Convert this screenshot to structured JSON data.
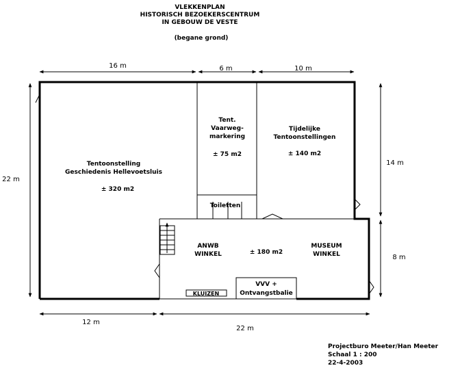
{
  "title": {
    "line1": "VLEKKENPLAN",
    "line2": "HISTORISCH BEZOEKERSCENTRUM",
    "line3": "IN GEBOUW DE VESTE",
    "subtitle": "(begane grond)"
  },
  "dimensions": {
    "top_left": "16 m",
    "top_mid": "6 m",
    "top_right": "10 m",
    "left": "22 m",
    "right_upper": "14 m",
    "right_lower": "8 m",
    "bottom_left": "12 m",
    "bottom_right": "22 m"
  },
  "rooms": {
    "exhibition": {
      "line1": "Tentoonstelling",
      "line2": "Geschiedenis Hellevoetsluis",
      "area": "± 320 m2"
    },
    "navigation": {
      "line1": "Tent.",
      "line2": "Vaarweg-",
      "line3": "markering",
      "area": "± 75 m2"
    },
    "temporary": {
      "line1": "Tijdelijke",
      "line2": "Tentoonstellingen",
      "area": "± 140 m2"
    },
    "toilets": {
      "label": "Toiletten"
    },
    "anwb": {
      "line1": "ANWB",
      "line2": "WINKEL"
    },
    "shop_area": {
      "area": "± 180 m2"
    },
    "museum": {
      "line1": "MUSEUM",
      "line2": "WINKEL"
    },
    "lockers": {
      "label": "KLUIZEN"
    },
    "vvv": {
      "line1": "VVV +",
      "line2": "Ontvangstbalie"
    }
  },
  "footer": {
    "line1": "Projectburo Meeter/Han Meeter",
    "line2": "Schaal 1 : 200",
    "line3": "22-4-2003"
  }
}
